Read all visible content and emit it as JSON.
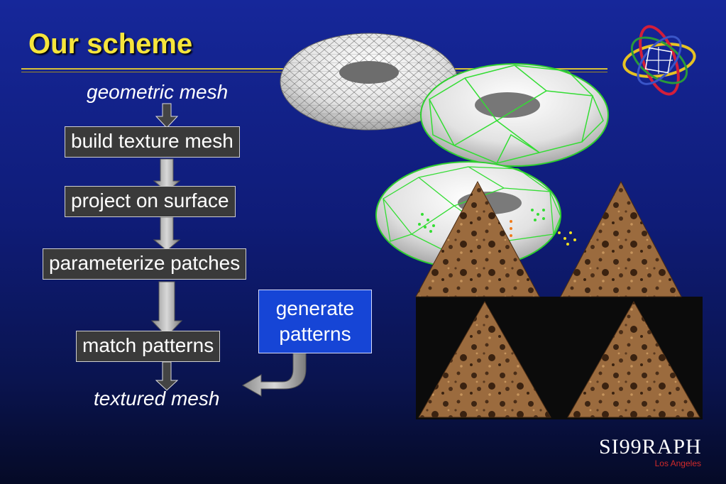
{
  "slide": {
    "title": "Our scheme",
    "input_label": "geometric mesh",
    "output_label": "textured mesh",
    "steps": [
      "build texture mesh",
      "project on surface",
      "parameterize patches",
      "match patterns"
    ],
    "side_step": [
      "generate",
      "patterns"
    ]
  },
  "footer": {
    "brand": "SI99RAPH",
    "city": "Los Angeles"
  },
  "colors": {
    "title": "#f6e53c",
    "mesh_edges": "#33dd33",
    "generate_box": "#1645d6"
  },
  "icons": [
    "siggraph-rings-logo",
    "torus-mesh-image",
    "texture-triangle-image"
  ]
}
